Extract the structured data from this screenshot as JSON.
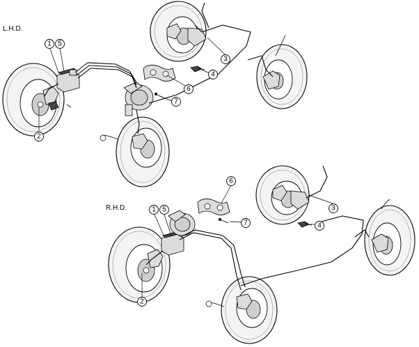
{
  "diagrams": [
    {
      "layout_label": "L.H.D.",
      "callouts": [
        "1",
        "5",
        "2",
        "3",
        "4",
        "6",
        "7"
      ]
    },
    {
      "layout_label": "R.H.D.",
      "callouts": [
        "1",
        "5",
        "2",
        "3",
        "4",
        "6",
        "7"
      ]
    }
  ]
}
